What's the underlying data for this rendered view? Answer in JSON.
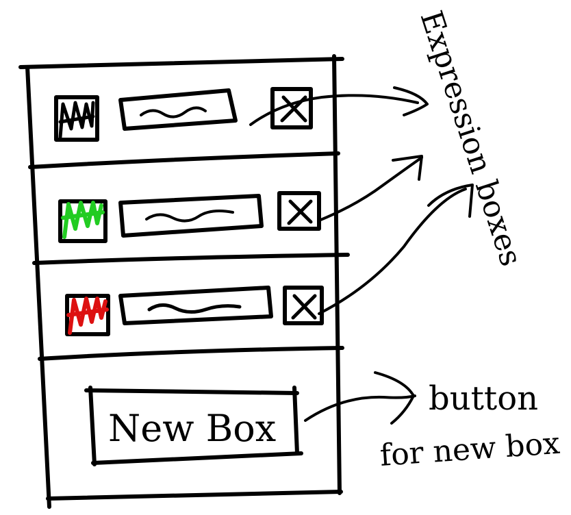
{
  "panel": {
    "rows": [
      {
        "swatch_color": "#000000",
        "swatch_icon": "scribble-swatch-icon"
      },
      {
        "swatch_color": "#22cc22",
        "swatch_icon": "scribble-swatch-icon"
      },
      {
        "swatch_color": "#dd1111",
        "swatch_icon": "scribble-swatch-icon"
      }
    ],
    "remove_icon": "close-icon",
    "new_box_label": "New Box"
  },
  "annotations": {
    "expression_boxes": "Expression boxes",
    "button_line1": "button",
    "button_line2": "for new box"
  },
  "colors": {
    "ink": "#000000",
    "green": "#22cc22",
    "red": "#dd1111",
    "background": "#ffffff"
  }
}
